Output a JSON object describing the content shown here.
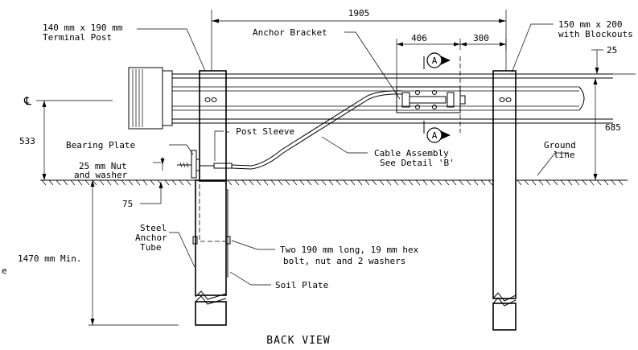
{
  "title": "BACK VIEW",
  "labels": {
    "terminal_post": [
      "140 mm x 190 mm",
      "Terminal Post"
    ],
    "dim_1905": "1905",
    "right_post": [
      "150 mm x 200",
      "with Blockouts"
    ],
    "anchor_bracket": "Anchor Bracket",
    "dim_406": "406",
    "dim_300": "300",
    "dim_25_top": "25",
    "section_a_top": "A",
    "section_a_bottom": "A",
    "centerline": "℄",
    "post_sleeve": "- Post Sleeve",
    "dim_533": "533",
    "bearing_plate": "Bearing Plate",
    "nut_washer": [
      "25 mm Nut",
      "and washer"
    ],
    "dim_685": "685",
    "cable_assembly": [
      "Cable Assembly",
      "See Detail 'B'"
    ],
    "ground_line": [
      "Ground",
      "line"
    ],
    "dim_75": "75",
    "steel_anchor_tube": [
      "Steel",
      "Anchor",
      "Tube"
    ],
    "min_depth": "1470 mm Min.",
    "left_edge_e": "e",
    "hex_bolt": [
      "Two 190 mm long, 19 mm hex",
      "bolt, nut and 2 washers"
    ],
    "soil_plate": "Soil  Plate"
  }
}
